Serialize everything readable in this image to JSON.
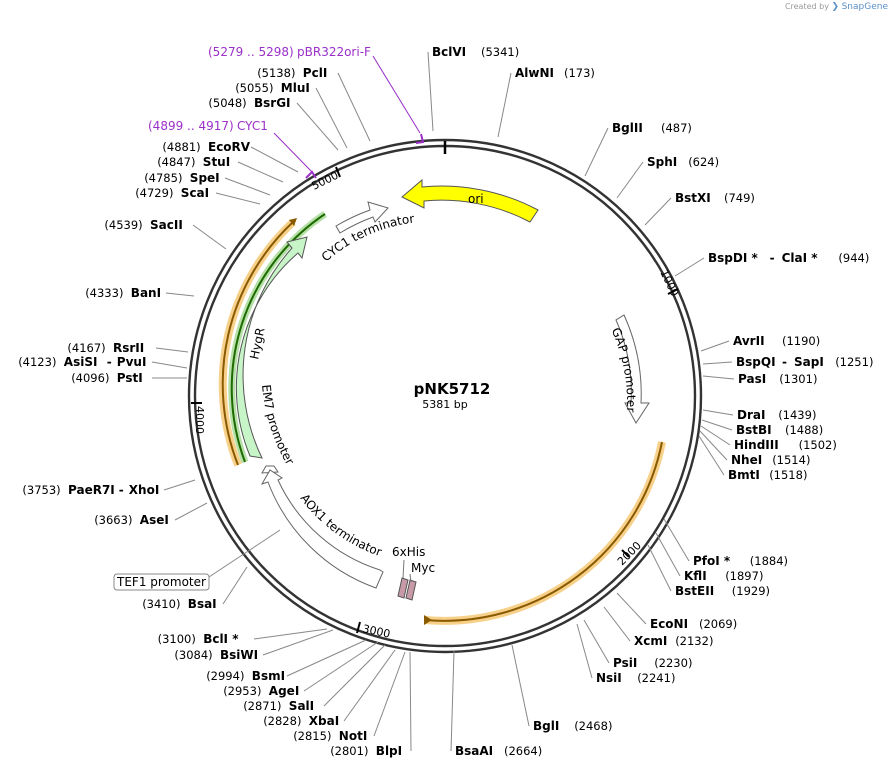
{
  "credit": {
    "prefix": "Created by",
    "brand": "SnapGene"
  },
  "plasmid": {
    "name": "pNK5712",
    "length_label": "5381 bp"
  },
  "tick_labels": [
    "1000",
    "2000",
    "3000",
    "4000",
    "5000"
  ],
  "primers": [
    {
      "range": "(5279 .. 5298)",
      "name": "pBR322ori-F"
    },
    {
      "range": "(4899 .. 4917)",
      "name": "CYC1"
    }
  ],
  "features": [
    {
      "name": "ori",
      "color": "#ffff00"
    },
    {
      "name": "CYC1 terminator",
      "color": "#ffffff"
    },
    {
      "name": "GAP promoter",
      "color": "#ffffff"
    },
    {
      "name": "HygR",
      "color": "#c8f5c8"
    },
    {
      "name": "EM7 promoter",
      "color": "#ffffff"
    },
    {
      "name": "AOX1 terminator",
      "color": "#ffffff"
    },
    {
      "name": "6xHis",
      "color": "#c89aa8"
    },
    {
      "name": "Myc",
      "color": "#c89aa8"
    },
    {
      "name": "TEF1 promoter",
      "color": "#ffffff"
    }
  ],
  "enzymes_right": [
    {
      "name": "BclVI",
      "pos": "(5341)"
    },
    {
      "name": "AlwNI",
      "pos": "(173)"
    },
    {
      "name": "BglII",
      "pos": "(487)"
    },
    {
      "name": "SphI",
      "pos": "(624)"
    },
    {
      "name": "BstXI",
      "pos": "(749)"
    },
    {
      "name": "BspDI *",
      "name2": "ClaI *",
      "pos": "(944)"
    },
    {
      "name": "AvrII",
      "pos": "(1190)"
    },
    {
      "name": "BspQI",
      "name2": "SapI",
      "pos": "(1251)"
    },
    {
      "name": "PasI",
      "pos": "(1301)"
    },
    {
      "name": "DraI",
      "pos": "(1439)"
    },
    {
      "name": "BstBI",
      "pos": "(1488)"
    },
    {
      "name": "HindIII",
      "pos": "(1502)"
    },
    {
      "name": "NheI",
      "pos": "(1514)"
    },
    {
      "name": "BmtI",
      "pos": "(1518)"
    },
    {
      "name": "PfoI *",
      "pos": "(1884)"
    },
    {
      "name": "KflI",
      "pos": "(1897)"
    },
    {
      "name": "BstEII",
      "pos": "(1929)"
    },
    {
      "name": "EcoNI",
      "pos": "(2069)"
    },
    {
      "name": "XcmI",
      "pos": "(2132)"
    },
    {
      "name": "PsiI",
      "pos": "(2230)"
    },
    {
      "name": "NsiI",
      "pos": "(2241)"
    },
    {
      "name": "BglI",
      "pos": "(2468)"
    },
    {
      "name": "BsaAI",
      "pos": "(2664)"
    }
  ],
  "enzymes_left": [
    {
      "name": "BlpI",
      "pos": "(2801)"
    },
    {
      "name": "NotI",
      "pos": "(2815)"
    },
    {
      "name": "XbaI",
      "pos": "(2828)"
    },
    {
      "name": "SalI",
      "pos": "(2871)"
    },
    {
      "name": "AgeI",
      "pos": "(2953)"
    },
    {
      "name": "BsmI",
      "pos": "(2994)"
    },
    {
      "name": "BsiWI",
      "pos": "(3084)"
    },
    {
      "name": "BclI *",
      "pos": "(3100)"
    },
    {
      "name": "BsaI",
      "pos": "(3410)"
    },
    {
      "name": "AseI",
      "pos": "(3663)"
    },
    {
      "name": "PaeR7I",
      "name2": "XhoI",
      "pos": "(3753)"
    },
    {
      "name": "PstI",
      "pos": "(4096)"
    },
    {
      "name": "AsiSI",
      "name2": "PvuI",
      "pos": "(4123)"
    },
    {
      "name": "RsrII",
      "pos": "(4167)"
    },
    {
      "name": "BanI",
      "pos": "(4333)"
    },
    {
      "name": "SacII",
      "pos": "(4539)"
    },
    {
      "name": "ScaI",
      "pos": "(4729)"
    },
    {
      "name": "SpeI",
      "pos": "(4785)"
    },
    {
      "name": "StuI",
      "pos": "(4847)"
    },
    {
      "name": "EcoRV",
      "pos": "(4881)"
    },
    {
      "name": "BsrGI",
      "pos": "(5048)"
    },
    {
      "name": "MluI",
      "pos": "(5055)"
    },
    {
      "name": "PclI",
      "pos": "(5138)"
    }
  ]
}
